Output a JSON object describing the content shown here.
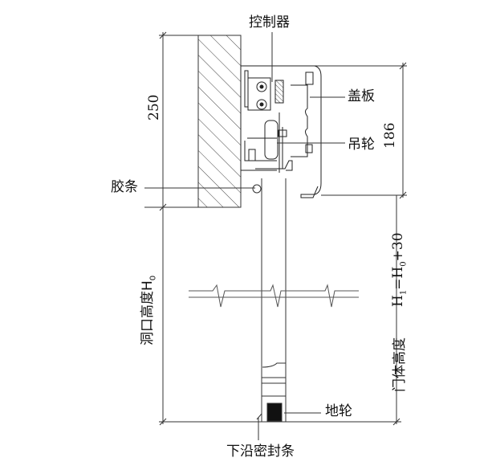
{
  "labels": {
    "controller": "控制器",
    "cover_plate": "盖板",
    "hanging_wheel": "吊轮",
    "rubber_strip": "胶条",
    "ground_wheel": "地轮",
    "bottom_seal": "下沿密封条",
    "door_body_height": "门体高度"
  },
  "dimensions": {
    "top_height": "250",
    "housing_height": "186",
    "opening_height_text": "洞口高度H",
    "opening_height_sub": "0",
    "door_formula_h": "H",
    "door_formula_sub1": "1",
    "door_formula_mid": "=H",
    "door_formula_sub0": "0",
    "door_formula_tail": "+30"
  }
}
